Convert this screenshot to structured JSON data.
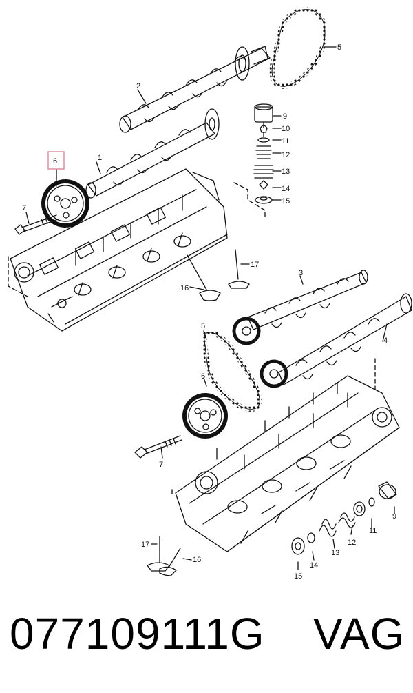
{
  "callouts": [
    "1",
    "2",
    "3",
    "4",
    "5",
    "6",
    "7",
    "9",
    "10",
    "11",
    "12",
    "13",
    "14",
    "15",
    "16",
    "17"
  ],
  "lower_callouts": [
    "3",
    "4",
    "5",
    "6",
    "7",
    "9",
    "11",
    "12",
    "13",
    "14",
    "15",
    "16",
    "17"
  ],
  "highlight_callout": "6",
  "colors": {
    "ink": "#111111",
    "highlight_box": "#d98a9a",
    "background": "#ffffff"
  },
  "footer": {
    "part_number": "077109111G",
    "brand": "VAG"
  }
}
